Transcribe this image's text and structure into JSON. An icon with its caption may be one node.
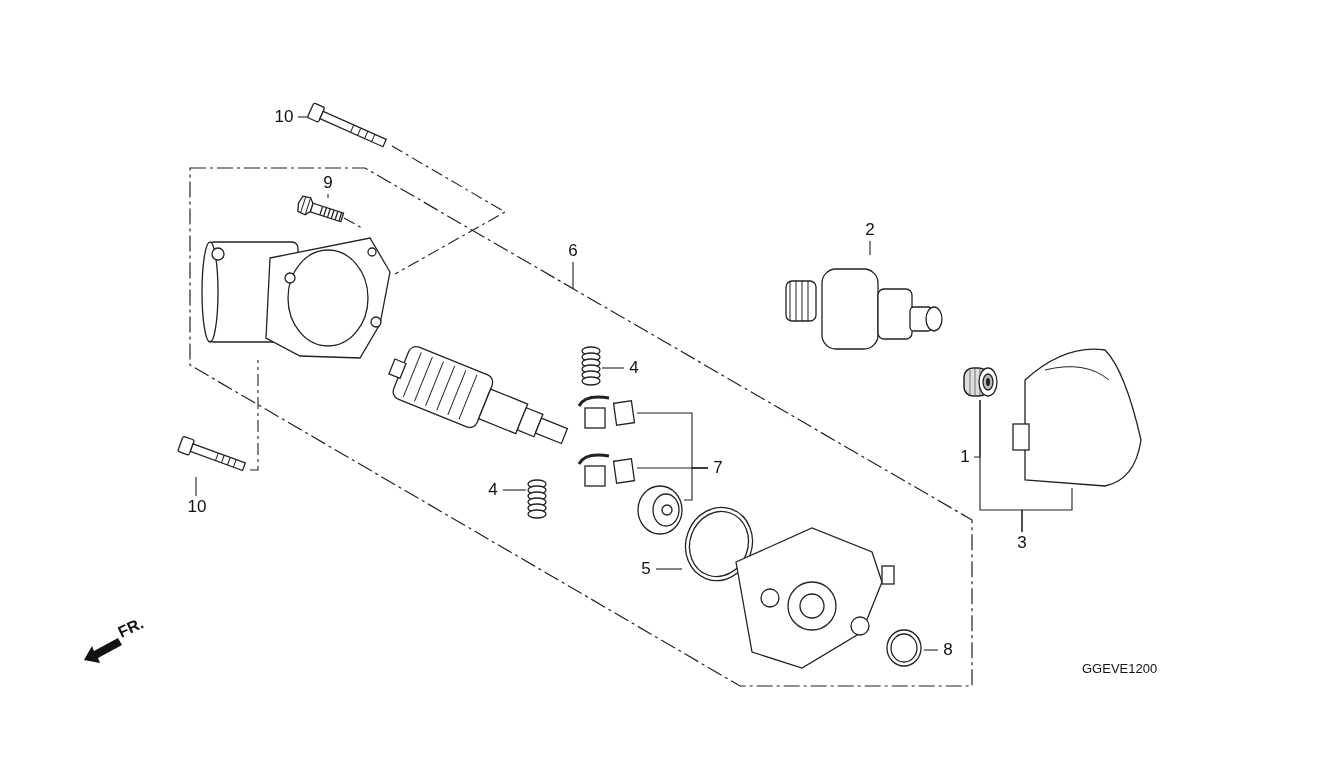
{
  "diagram": {
    "nodes": [
      {
        "text": [
          "10"
        ]
      },
      {
        "text": [],
        "shape": "picture"
      },
      {
        "text": [],
        "shape": "box"
      },
      {
        "text": [
          "9"
        ],
        "in": 2
      },
      {
        "text": [],
        "shape": "picture",
        "in": 2
      },
      {
        "text": [],
        "shape": "picture",
        "in": 2
      },
      {
        "text": [
          "6"
        ]
      },
      {
        "text": [],
        "shape": "picture",
        "in": 2
      },
      {
        "text": [
          "4"
        ],
        "in": 2
      },
      {
        "text": [],
        "shape": "picture",
        "in": 2
      },
      {
        "text": [],
        "shape": "picture",
        "in": 2
      },
      {
        "text": [],
        "shape": "picture",
        "in": 2
      },
      {
        "text": [
          "7"
        ],
        "in": 2
      },
      {
        "text": [
          "4"
        ],
        "in": 2
      },
      {
        "text": [],
        "shape": "picture",
        "in": 2
      },
      {
        "text": [],
        "shape": "picture",
        "in": 2
      },
      {
        "text": [],
        "shape": "picture",
        "in": 2
      },
      {
        "text": [
          "5"
        ],
        "in": 2
      },
      {
        "text": [],
        "shape": "picture",
        "in": 2
      },
      {
        "text": [],
        "shape": "picture",
        "in": 2
      },
      {
        "text": [
          "8"
        ],
        "in": 2
      },
      {
        "text": [
          "2"
        ]
      },
      {
        "text": [],
        "shape": "picture"
      },
      {
        "text": [],
        "shape": "picture"
      },
      {
        "text": [
          "1"
        ]
      },
      {
        "text": [],
        "shape": "picture"
      },
      {
        "text": [
          "3"
        ]
      },
      {
        "text": [
          "10"
        ]
      },
      {
        "text": [],
        "shape": "picture"
      }
    ],
    "edges": [
      {
        "from": 0,
        "to": 1,
        "arrow": "none"
      },
      {
        "from": 3,
        "to": 4,
        "arrow": "none"
      },
      {
        "from": 1,
        "to": 5,
        "arrow": "none",
        "style": "dashed"
      },
      {
        "from": 4,
        "to": 5,
        "arrow": "none",
        "style": "dashed"
      },
      {
        "from": 28,
        "to": 5,
        "arrow": "none",
        "style": "dashed"
      },
      {
        "from": 6,
        "to": 2,
        "arrow": "none"
      },
      {
        "from": 8,
        "to": 9,
        "arrow": "none"
      },
      {
        "from": 12,
        "to": 10,
        "arrow": "none"
      },
      {
        "from": 12,
        "to": 11,
        "arrow": "none"
      },
      {
        "from": 12,
        "to": 15,
        "arrow": "none"
      },
      {
        "from": 13,
        "to": 14,
        "arrow": "none"
      },
      {
        "from": 17,
        "to": 16,
        "arrow": "none"
      },
      {
        "from": 20,
        "to": 19,
        "arrow": "none"
      },
      {
        "from": 21,
        "to": 22,
        "arrow": "none"
      },
      {
        "from": 24,
        "to": 23,
        "arrow": "none"
      },
      {
        "from": 26,
        "to": 23,
        "arrow": "none"
      },
      {
        "from": 26,
        "to": 25,
        "arrow": "none"
      },
      {
        "from": 27,
        "to": 28,
        "arrow": "none"
      }
    ],
    "labels": [
      "FR.",
      "GGEVE1200"
    ]
  }
}
